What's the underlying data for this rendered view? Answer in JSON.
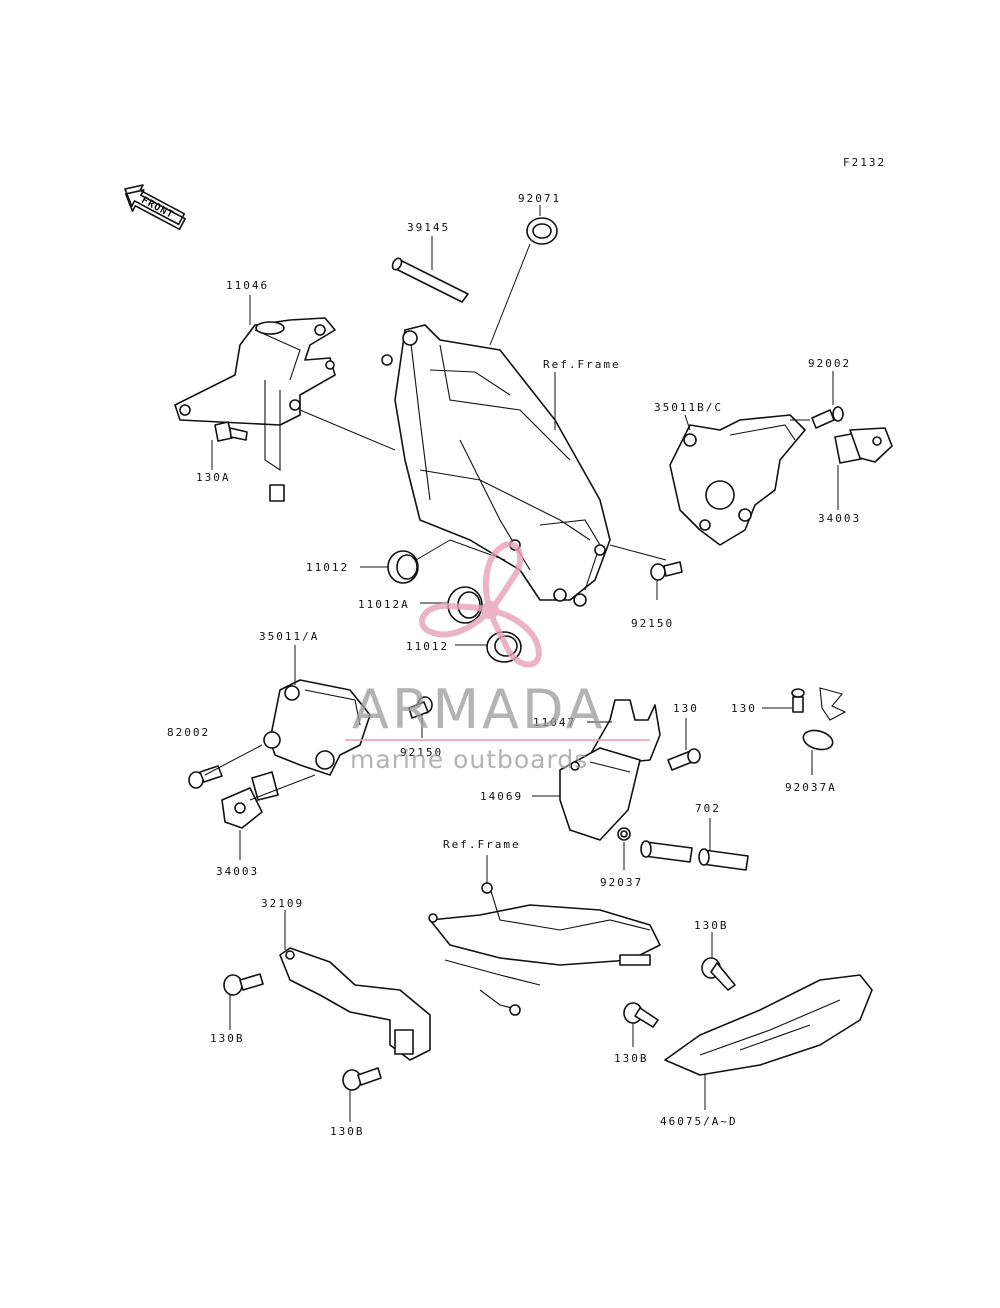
{
  "diagram": {
    "code": "F2132",
    "front_arrow": "FRONT",
    "labels": {
      "p92071": "92071",
      "p39145": "39145",
      "p11046": "11046",
      "ref_frame_top": "Ref.Frame",
      "p92002_right": "92002",
      "p35011bc": "35011B/C",
      "p130a": "130A",
      "p34003_right": "34003",
      "p11012_a": "11012",
      "p92150_right": "92150",
      "p11012a": "11012A",
      "p11012_b": "11012",
      "p35011a": "35011/A",
      "p11047": "11047",
      "p130_mid": "130",
      "p130_right": "130",
      "p82002": "82002",
      "p92150_left": "92150",
      "p14069": "14069",
      "p92037a": "92037A",
      "p702": "702",
      "p34003_left": "34003",
      "p92037": "92037",
      "ref_frame_bottom": "Ref.Frame",
      "p32109": "32109",
      "p130b_top": "130B",
      "p130b_left": "130B",
      "p130b_mid": "130B",
      "p130b_bottom": "130B",
      "p46075": "46075/A~D"
    }
  },
  "watermark": {
    "brand": "ARMADA",
    "tagline": "marine outboards",
    "accent_color": "#e8a0b8"
  }
}
